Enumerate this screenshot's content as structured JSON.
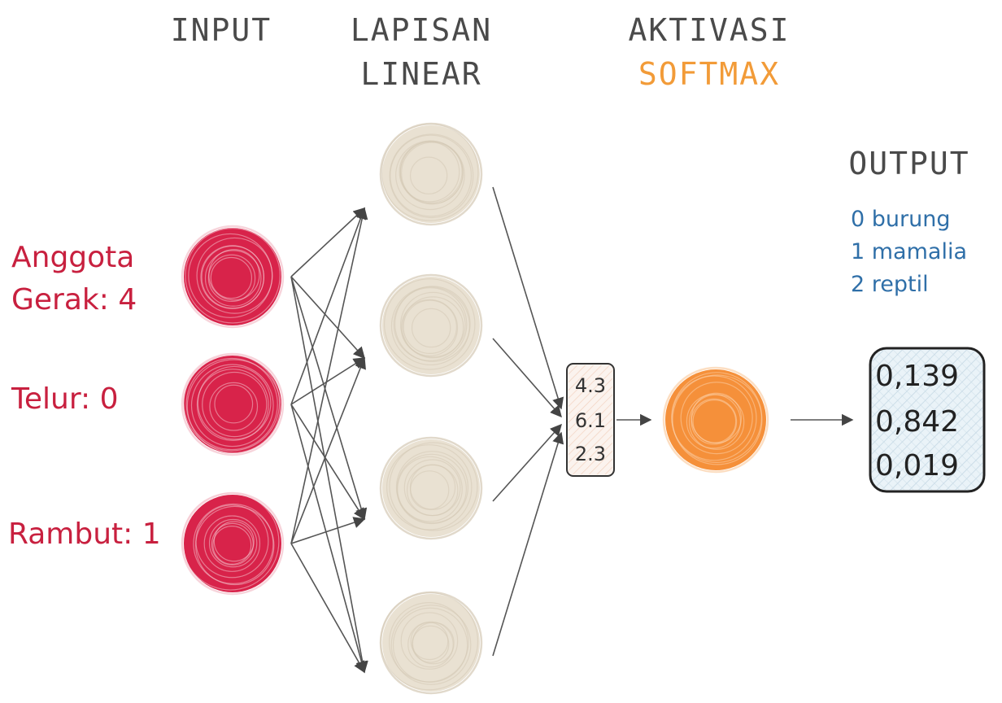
{
  "headers": {
    "input": "INPUT",
    "linear_line1": "LAPISAN",
    "linear_line2": "LINEAR",
    "activation_line1": "AKTIVASI",
    "activation_line2": "SOFTMAX",
    "output": "OUTPUT"
  },
  "inputs": [
    {
      "lines": [
        "Anggota",
        "Gerak: 4"
      ]
    },
    {
      "lines": [
        "Telur: 0"
      ]
    },
    {
      "lines": [
        "Rambut: 1"
      ]
    }
  ],
  "legend": [
    "0 burung",
    "1 mamalia",
    "2 reptil"
  ],
  "logits": [
    "4.3",
    "6.1",
    "2.3"
  ],
  "probabilities": [
    "0,139",
    "0,842",
    "0,019"
  ],
  "colors": {
    "input_node": "#d8234a",
    "hidden_node": "#e9e1d2",
    "softmax_node": "#f5903a",
    "input_text": "#c8203f",
    "legend_text": "#2f6fa8",
    "accent": "#f29b38"
  }
}
